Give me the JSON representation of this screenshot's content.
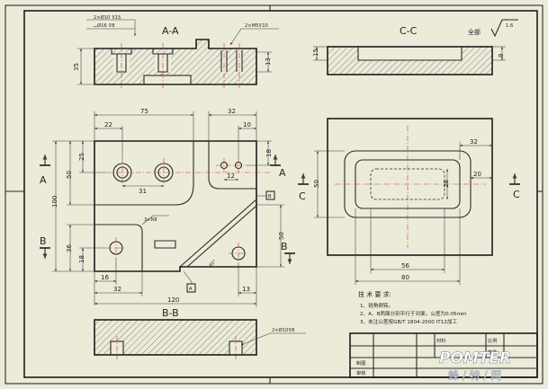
{
  "views": {
    "section_aa": "A-A",
    "section_cc": "C-C",
    "section_bb": "B-B",
    "cut_a": "A",
    "cut_b": "B",
    "cut_c": "C"
  },
  "callouts": {
    "aa_hole_line1": "2×Ø10 ⊽15",
    "aa_hole_line2": "⌴Ø16 ⊽8",
    "aa_thread": "2×M5⊽10",
    "bb_hole": "2×Ø10⊽8",
    "fillet": "3×R8"
  },
  "surface_finish": {
    "prefix": "全部",
    "value": "1.6"
  },
  "datums": {
    "datum_a": "A",
    "datum_b": "B"
  },
  "dims": {
    "aa_height": "35",
    "aa_right": "13",
    "cc_left": "15",
    "cc_right": "8",
    "top_75": "75",
    "top_22": "22",
    "top_32": "32",
    "top_10": "10",
    "left_100": "100",
    "left_50": "50",
    "left_25": "25",
    "left_36": "36",
    "left_18": "18",
    "mid_31": "31",
    "mid_12": "12",
    "right_18": "18",
    "right_50": "50",
    "angle_45": "45°",
    "bottom_16": "16",
    "bottom_32": "32",
    "bottom_120": "120",
    "bottom_13": "13",
    "cc_32": "32",
    "cc_20": "20",
    "cc_28": "28",
    "cc_50": "50",
    "cc_56": "56",
    "cc_80": "80"
  },
  "requirements": {
    "title": "技 术 要 求:",
    "items": [
      "1、锐角倒钝。",
      "2、A、B两面分别平行于对面，公差为0.05mm",
      "3、未注公差按GB/T 1804-2000 IT12加工"
    ]
  },
  "title_block": {
    "material_label": "材料",
    "scale_label": "比例",
    "count_label": "数量",
    "drawn_label": "制图",
    "checked_label": "审核"
  },
  "watermark": {
    "brand": "POMTER",
    "cn": "蜂 / 特 / 网"
  }
}
